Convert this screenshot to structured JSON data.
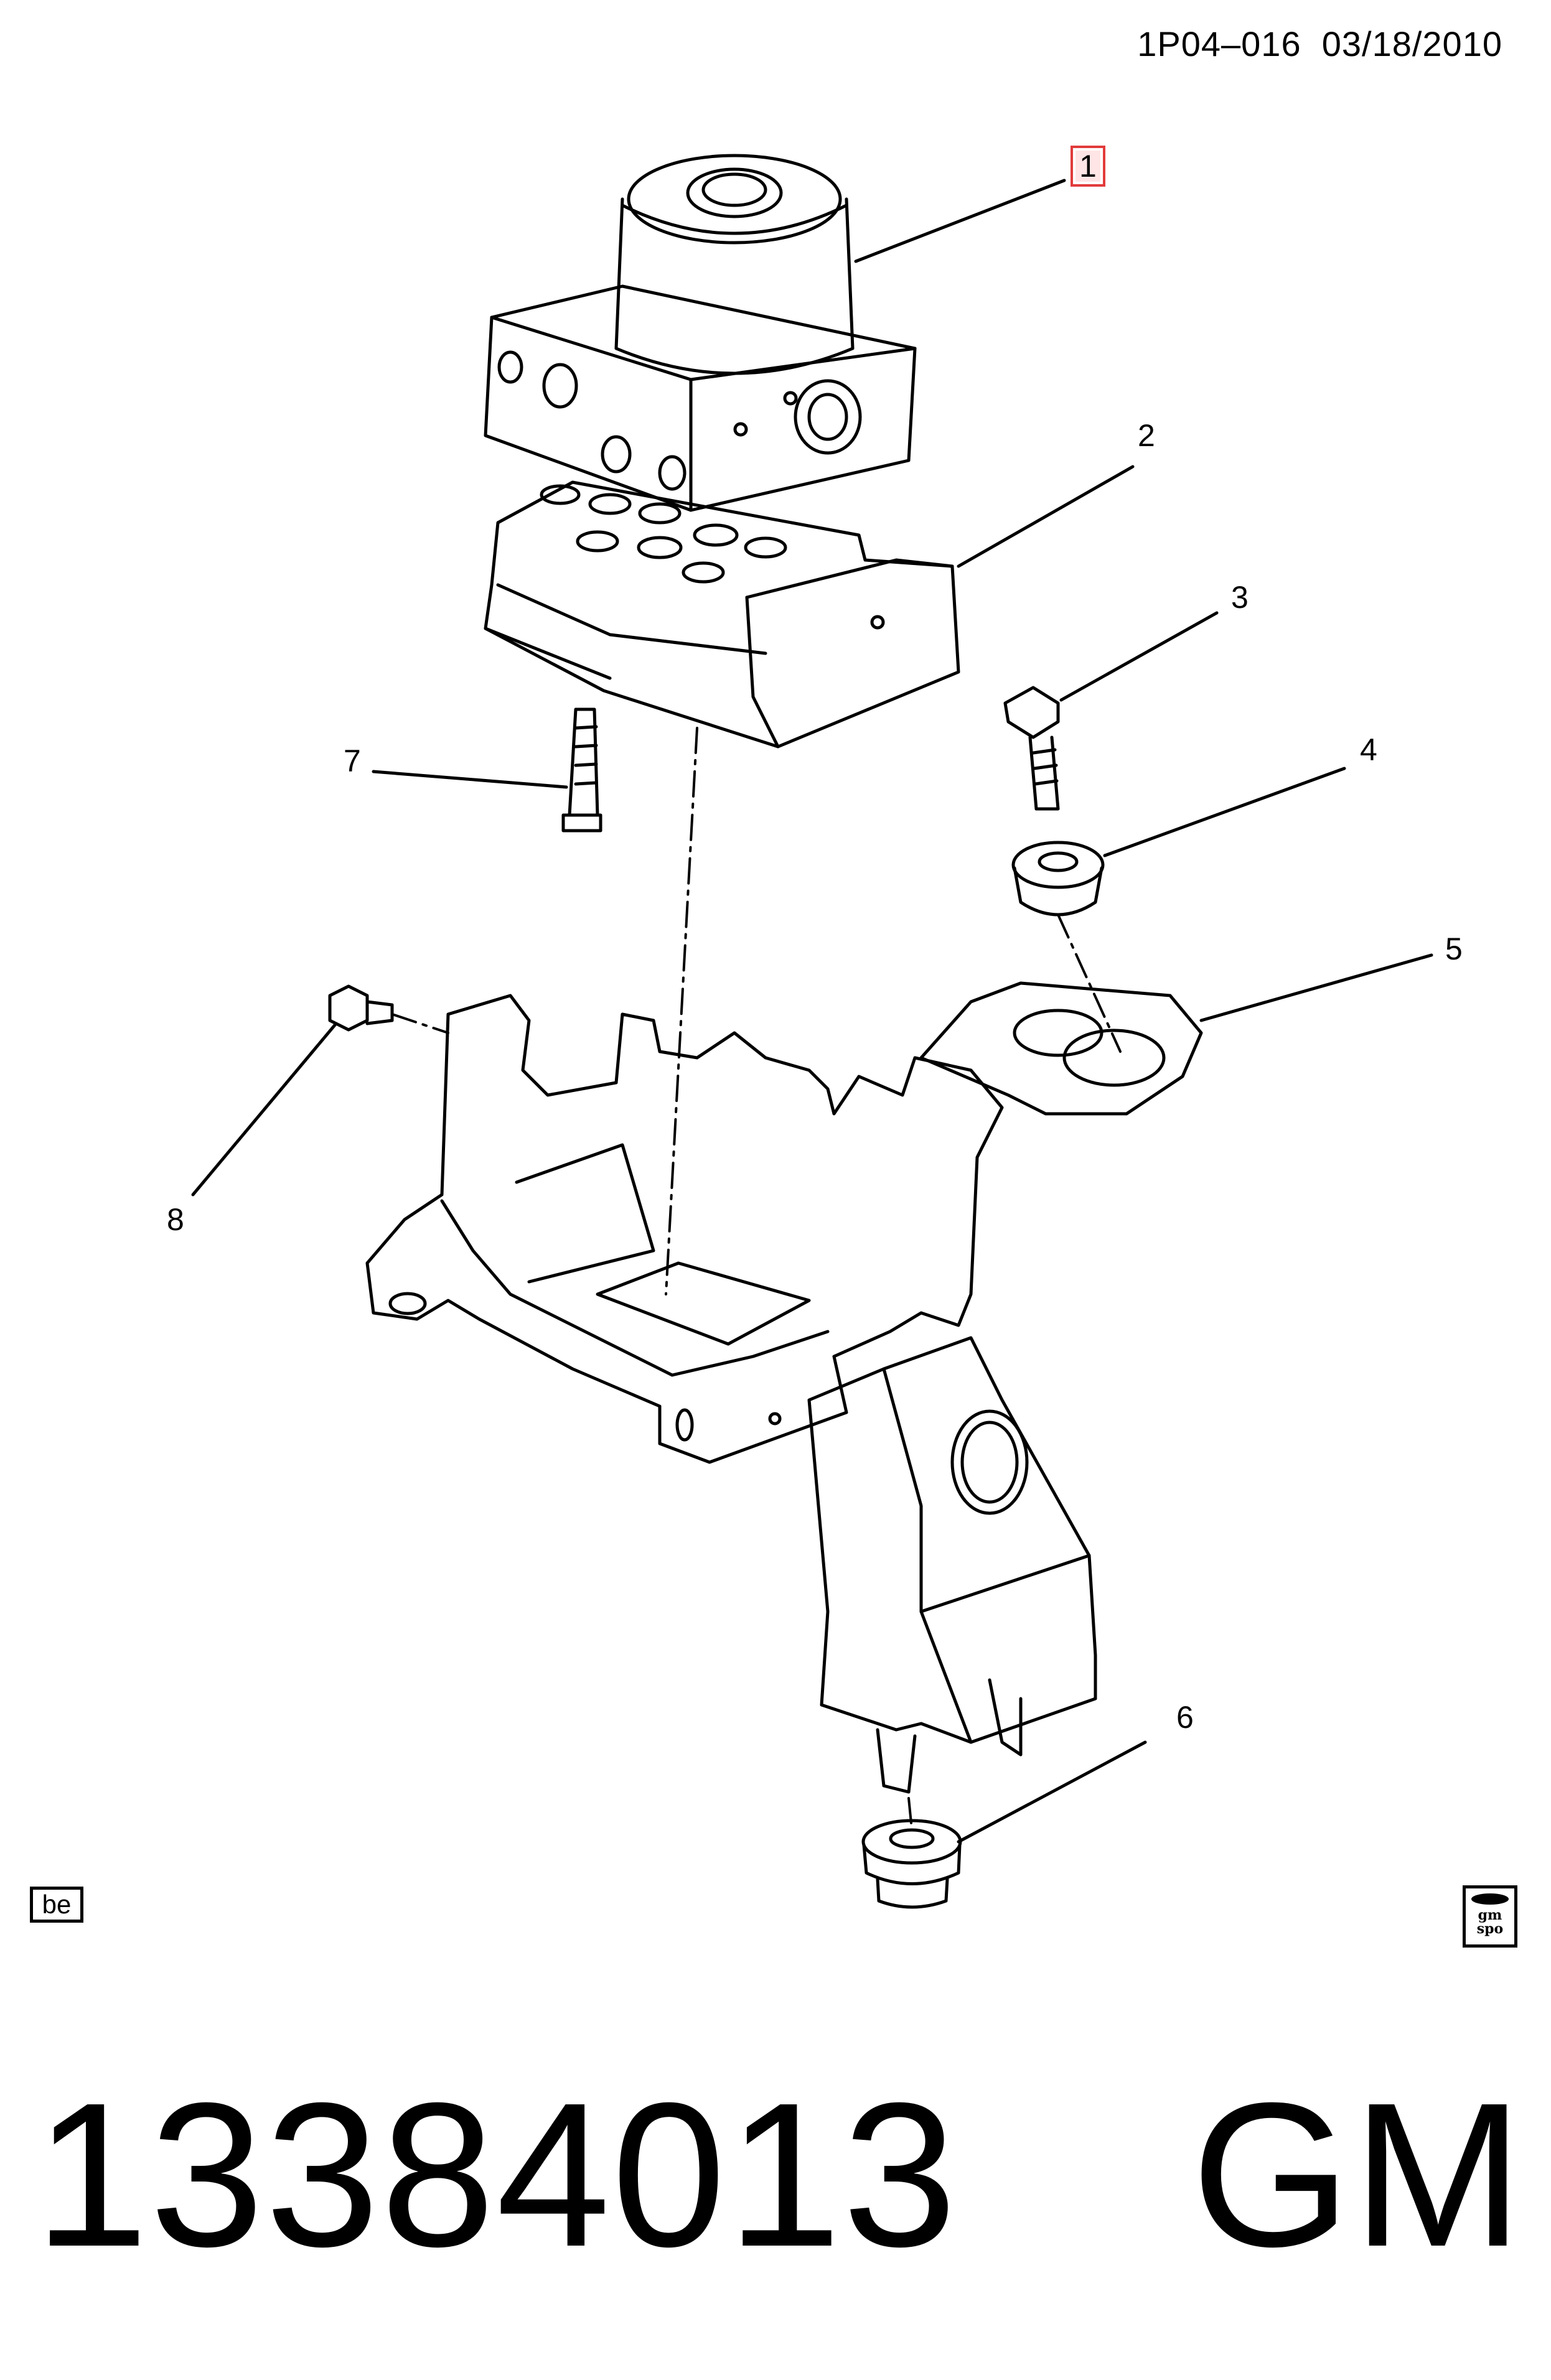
{
  "header": {
    "ref_date": "1P04–016  03/18/2010"
  },
  "callouts": [
    {
      "id": "1",
      "label": "1"
    },
    {
      "id": "2",
      "label": "2"
    },
    {
      "id": "3",
      "label": "3"
    },
    {
      "id": "4",
      "label": "4"
    },
    {
      "id": "5",
      "label": "5"
    },
    {
      "id": "6",
      "label": "6"
    },
    {
      "id": "7",
      "label": "7"
    },
    {
      "id": "8",
      "label": "8"
    }
  ],
  "badges": {
    "be": "be",
    "gmspo_line1": "gm",
    "gmspo_line2": "spo"
  },
  "footer": {
    "part_number": "13384013    GM"
  }
}
